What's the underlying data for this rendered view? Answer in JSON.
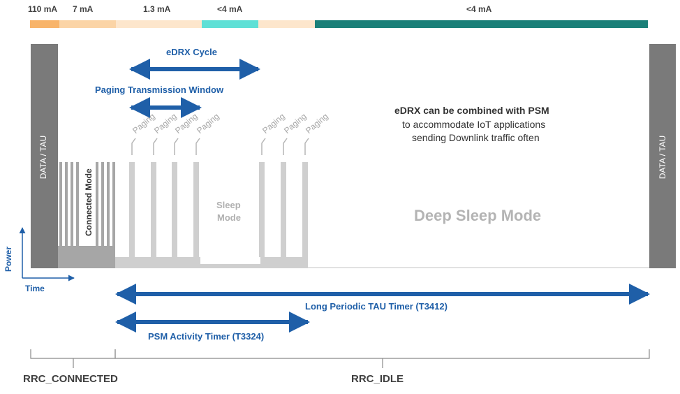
{
  "currents": {
    "c1": "110 mA",
    "c2": "7 mA",
    "c3": "1.3 mA",
    "c4": "<4 mA",
    "c5": "<4 mA"
  },
  "colors": {
    "orange": "#f8b46a",
    "peach": "#fbd4a6",
    "light_peach": "#fde6cc",
    "cyan": "#5ee0d6",
    "teal": "#1a7f78",
    "blue": "#1f5fa8",
    "dark_gray": "#7a7a7a",
    "mid_gray": "#a6a6a6",
    "light_gray": "#cfcfcf"
  },
  "blocks": {
    "left": "DATA / TAU",
    "right": "DATA / TAU",
    "connected": "Connected Mode",
    "sleep_line1": "Sleep",
    "sleep_line2": "Mode",
    "deep_sleep": "Deep Sleep Mode"
  },
  "paging_label": "Paging",
  "timers": {
    "edrx_cycle": "eDRX Cycle",
    "paging_window": "Paging Transmission Window",
    "tau": "Long Periodic TAU Timer (T3412)",
    "psm": "PSM Activity Timer (T3324)"
  },
  "note": {
    "title": "eDRX can be combined with PSM",
    "line1": "to accommodate IoT  applications",
    "line2": "sending Downlink traffic often"
  },
  "axes": {
    "power": "Power",
    "time": "Time"
  },
  "states": {
    "connected": "RRC_CONNECTED",
    "idle": "RRC_IDLE"
  }
}
